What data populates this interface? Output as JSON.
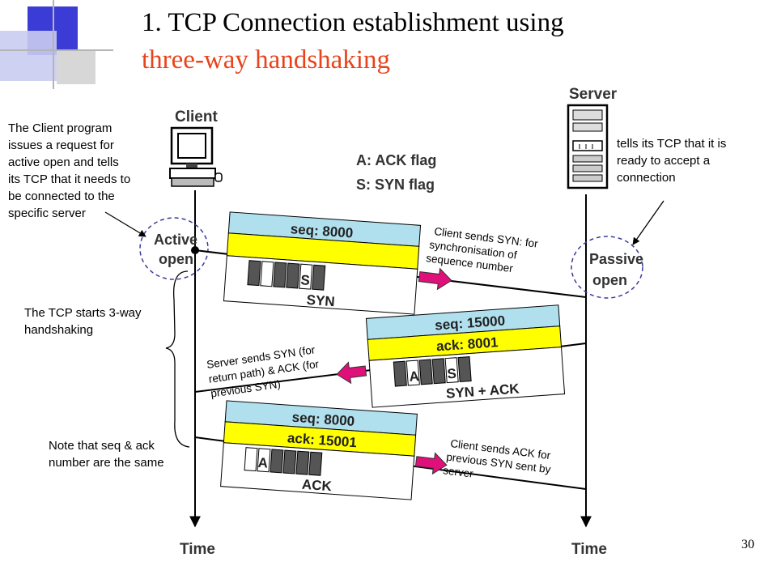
{
  "slide": {
    "title_line1": "1. TCP Connection establishment using",
    "title_line2": "three-way handshaking",
    "page_number": "30",
    "title_colors": {
      "line1": "#000000",
      "line2": "#e8431a"
    }
  },
  "notes": {
    "client_request": [
      "The Client program",
      "issues a request for",
      "active open and tells",
      "its TCP that it needs to",
      "be connected to the",
      "specific server"
    ],
    "server_ready": [
      "tells its TCP that it is",
      "ready to accept a",
      "connection"
    ],
    "starts_handshake": [
      "The TCP starts 3-way",
      "handshaking"
    ],
    "same_numbers": [
      "Note that seq & ack",
      "number are the same"
    ]
  },
  "diagram": {
    "client_label": "Client",
    "server_label": "Server",
    "time_left": "Time",
    "time_right": "Time",
    "active_open": [
      "Active",
      "open"
    ],
    "passive_open": [
      "Passive",
      "open"
    ],
    "legend": [
      "A: ACK flag",
      "S: SYN flag"
    ],
    "segments": [
      {
        "seq": "seq: 8000",
        "ack": "",
        "flag_letter": "S",
        "name": "SYN"
      },
      {
        "seq": "seq: 15000",
        "ack": "ack: 8001",
        "flag_letters": [
          "A",
          "S"
        ],
        "name": "SYN + ACK"
      },
      {
        "seq": "seq: 8000",
        "ack": "ack: 15001",
        "flag_letter": "A",
        "name": "ACK"
      }
    ],
    "arrow_notes": {
      "client_syn": [
        "Client sends SYN: for",
        "synchronisation of",
        "sequence number"
      ],
      "server_synack": [
        "Server sends SYN (for",
        "return path) & ACK (for",
        "previous SYN)"
      ],
      "client_ack": [
        "Client sends ACK for",
        "previous SYN sent by",
        "server"
      ]
    },
    "colors": {
      "seq_band": "#b0e0ee",
      "ack_band": "#ffff00",
      "arrow": "#e0107a",
      "circle": "#3a3a9a",
      "flag": "#555555"
    }
  }
}
